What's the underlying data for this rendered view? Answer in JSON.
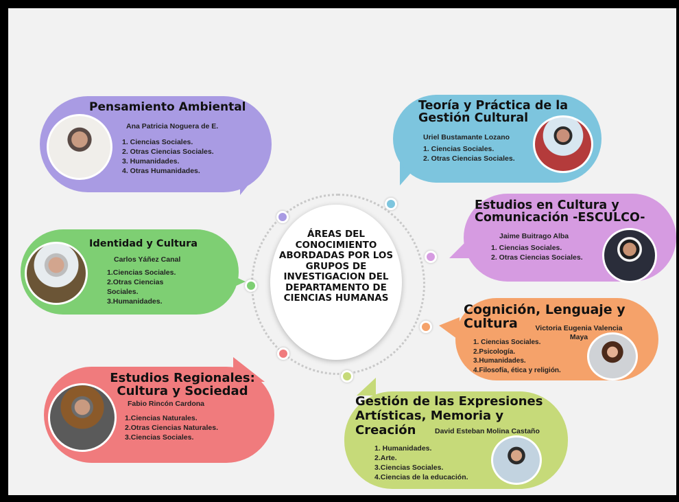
{
  "center": {
    "text": "ÁREAS DEL CONOCIMIENTO ABORDADAS POR LOS GRUPOS DE INVESTIGACION DEL DEPARTAMENTO DE CIENCIAS HUMANAS"
  },
  "colors": {
    "purple": "#a99be3",
    "blue": "#7dc5de",
    "magenta": "#d69be1",
    "green": "#7ecf73",
    "orange": "#f5a26a",
    "red": "#f07b7d",
    "lime": "#c6da79"
  },
  "groups": [
    {
      "title": "Pensamiento Ambiental",
      "author": "Ana Patricia Noguera de E.",
      "areas": [
        "1.        Ciencias Sociales.",
        "2.   Otras Ciencias Sociales.",
        "3.            Humanidades.",
        "4.        Otras Humanidades."
      ]
    },
    {
      "title": "Teoría y Práctica de la Gestión Cultural",
      "author": "Uriel Bustamante Lozano",
      "areas": [
        "1. Ciencias Sociales.",
        "2. Otras Ciencias Sociales."
      ]
    },
    {
      "title": "Estudios en Cultura y Comunicación -ESCULCO-",
      "author": "Jaime Buitrago Alba",
      "areas": [
        "1. Ciencias Sociales.",
        "2. Otras Ciencias Sociales."
      ]
    },
    {
      "title": "Identidad y Cultura",
      "author": "Carlos Yáñez Canal",
      "areas": [
        "1.Ciencias Sociales.",
        "2.Otras Ciencias Sociales.",
        "3.Humanidades."
      ]
    },
    {
      "title": "Cognición, Lenguaje y Cultura",
      "author": "Victoria Eugenia Valencia Maya",
      "areas": [
        "1. Ciencias Sociales.",
        "2.Psicología.",
        "3.Humanidades.",
        "4.Filosofía, ética y religión."
      ]
    },
    {
      "title": "Estudios Regionales: Cultura y Sociedad",
      "author": "Fabio Rincón Cardona",
      "areas": [
        "1.Ciencias Naturales.",
        "2.Otras Ciencias Naturales.",
        "3.Ciencias Sociales."
      ]
    },
    {
      "title": "Gestión de las Expresiones Artísticas, Memoria y Creación",
      "author": "David Esteban Molina Castaño",
      "areas": [
        "1. Humanidades.",
        "2.Arte.",
        "3.Ciencias Sociales.",
        "4.Ciencias de la educación."
      ]
    }
  ]
}
